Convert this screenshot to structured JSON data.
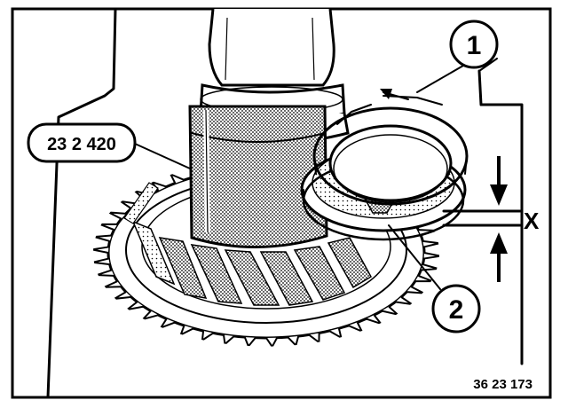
{
  "figure": {
    "tool_number": "23 2 420",
    "callout_1": "1",
    "callout_2": "2",
    "dimension_label": "X",
    "figure_id": "36 23 173"
  },
  "colors": {
    "ink": "#000000",
    "paper": "#ffffff",
    "shade": "#555555"
  }
}
